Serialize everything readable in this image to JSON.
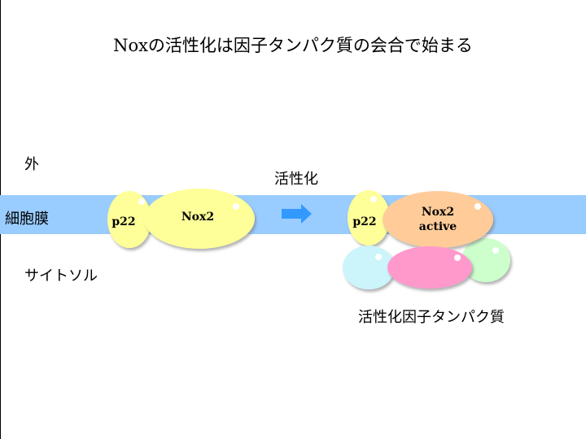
{
  "title": "Noxの活性化は因子タンパク質の会合で始まる",
  "labels": {
    "outside": "外",
    "membrane": "細胞膜",
    "cytosol": "サイトソル",
    "activation": "活性化",
    "factors": "活性化因子タンパク質"
  },
  "proteins": {
    "p22_left": "p22",
    "nox2_left": "Nox2",
    "p22_right": "p22",
    "nox2_active_line1": "Nox2",
    "nox2_active_line2": "active"
  },
  "colors": {
    "membrane": "#99ccff",
    "p22": "#ffff99",
    "nox2_inactive": "#ffff99",
    "nox2_active": "#ffcc99",
    "factor_cyan": "#ccf4fb",
    "factor_pink": "#ff99cc",
    "factor_green": "#ccffcc",
    "arrow": "#3399ff"
  }
}
